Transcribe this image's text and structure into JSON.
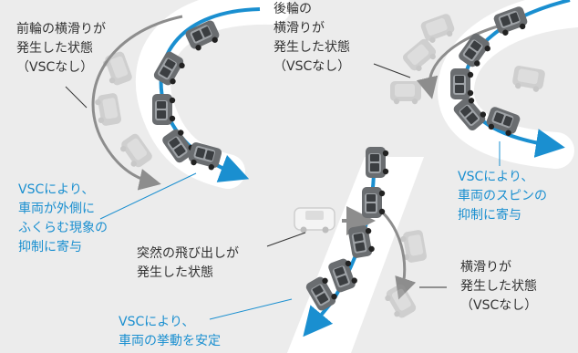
{
  "colors": {
    "background": "#ececec",
    "road": "#ffffff",
    "accent_blue": "#1a8fd0",
    "trajectory_gray": "#8d8d8d",
    "text": "#333333"
  },
  "labels": {
    "front_wheel_skid": "前輪の横滑りが\n発生した状態\n（VSCなし）",
    "vsc_outward_suppression": "VSCにより、\n車両が外側に\nふくらむ現象の\n抑制に寄与",
    "rear_wheel_skid": "後輪の\n横滑りが\n発生した状態\n（VSCなし）",
    "vsc_spin_suppression": "VSCにより、\n車両のスピンの\n抑制に寄与",
    "sudden_dash_out": "突然の飛び出しが\n発生した状態",
    "skid_occurred": "横滑りが\n発生した状態\n（VSCなし）",
    "vsc_stabilize": "VSCにより、\n車両の挙動を安定"
  }
}
